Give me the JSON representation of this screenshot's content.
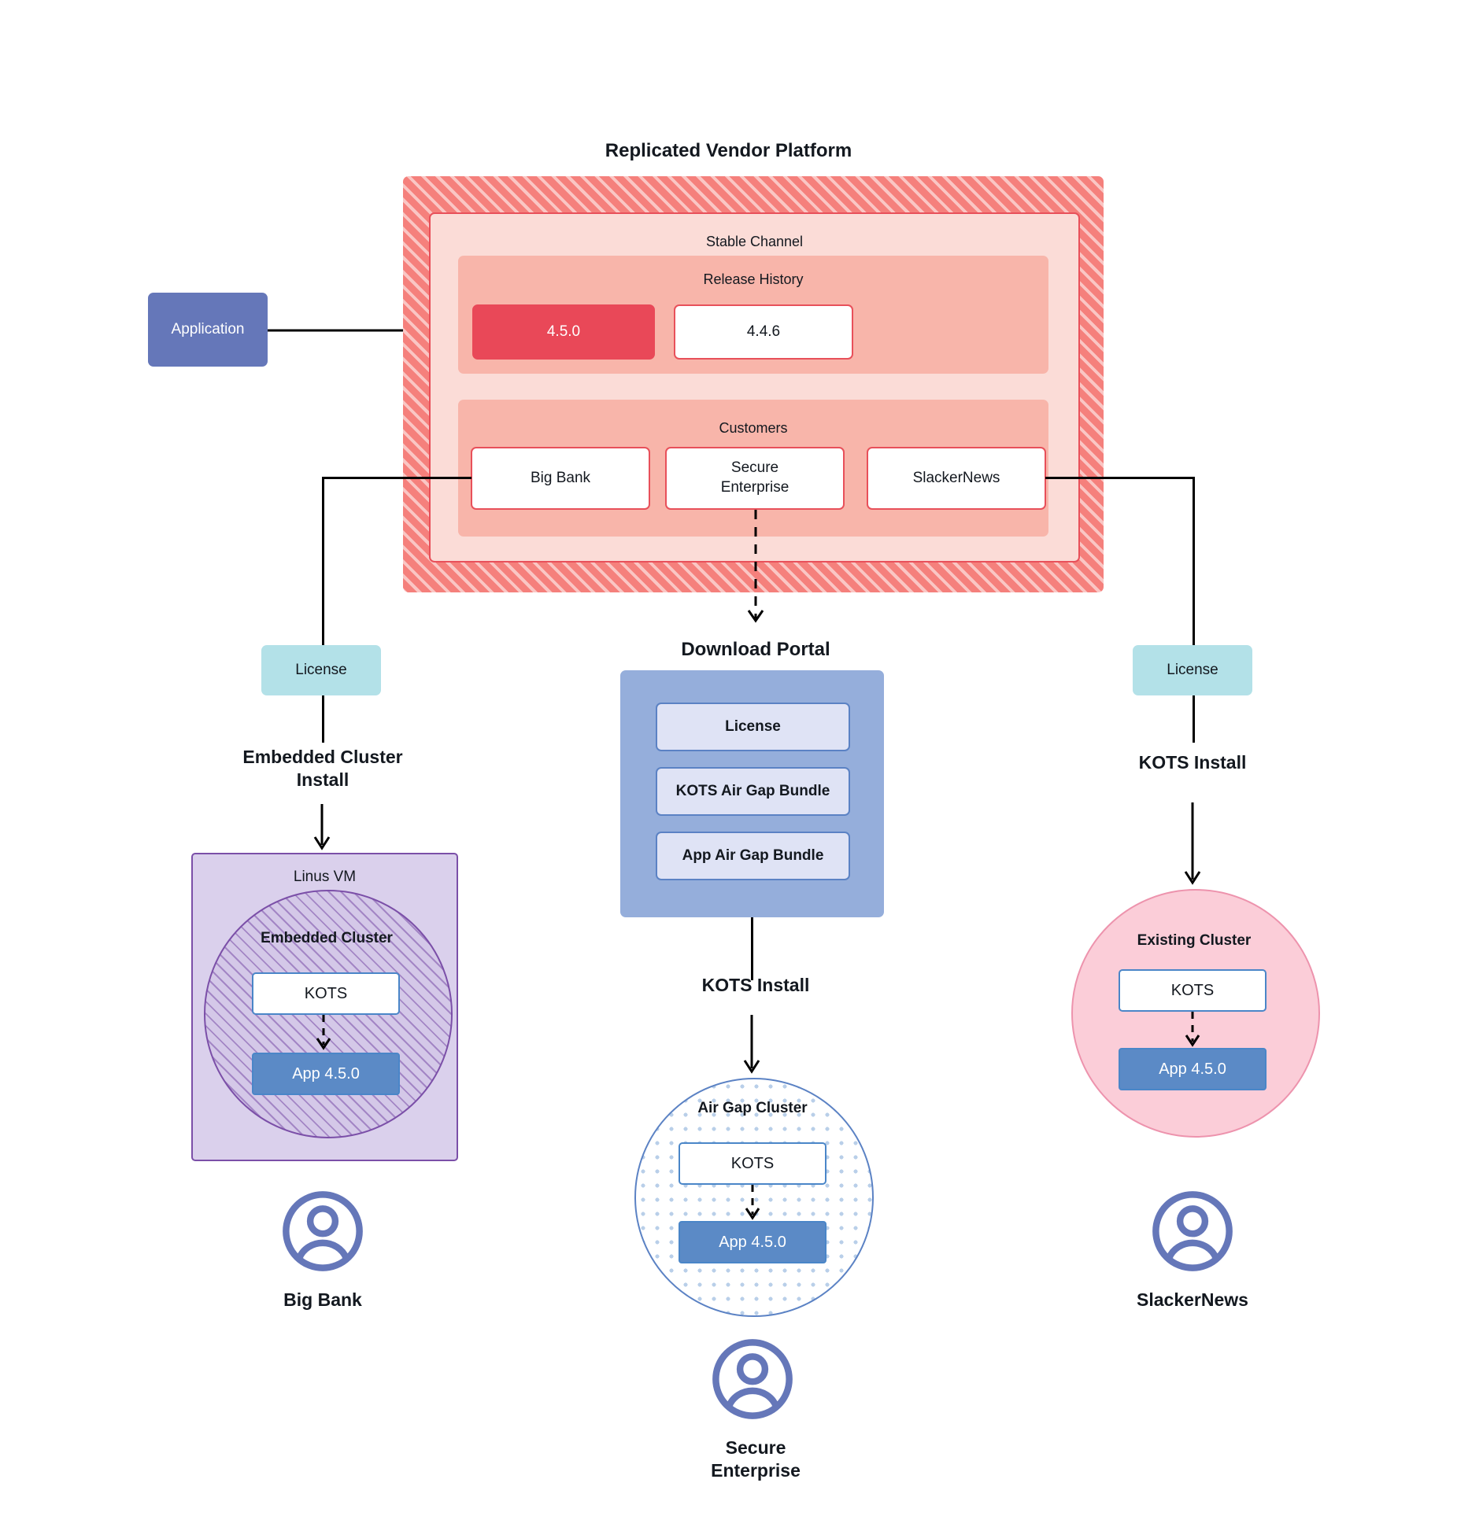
{
  "diagram": {
    "title": "Replicated Vendor Platform",
    "download_portal_title": "Download  Portal"
  },
  "application": {
    "label": "Application"
  },
  "vendor_platform": {
    "channel_label": "Stable Channel",
    "release_history": {
      "label": "Release History",
      "releases": [
        {
          "version": "4.5.0",
          "state": "current"
        },
        {
          "version": "4.4.6",
          "state": "previous"
        }
      ]
    },
    "customers": {
      "label": "Customers",
      "items": [
        {
          "name": "Big Bank"
        },
        {
          "name": "Secure\nEnterprise"
        },
        {
          "name": "SlackerNews"
        }
      ]
    }
  },
  "download_portal": {
    "items": [
      {
        "label": "License"
      },
      {
        "label": "KOTS Air Gap Bundle"
      },
      {
        "label": "App Air Gap Bundle"
      }
    ]
  },
  "branches": {
    "left": {
      "license_label": "License",
      "install_label": "Embedded Cluster\nInstall",
      "host_label": "Linus VM",
      "cluster_label": "Embedded Cluster",
      "kots_label": "KOTS",
      "app_label": "App 4.5.0",
      "persona_label": "Big Bank"
    },
    "center": {
      "install_label": "KOTS Install",
      "cluster_label": "Air Gap Cluster",
      "kots_label": "KOTS",
      "app_label": "App 4.5.0",
      "persona_label": "Secure\nEnterprise"
    },
    "right": {
      "license_label": "License",
      "install_label": "KOTS Install",
      "cluster_label": "Existing Cluster",
      "kots_label": "KOTS",
      "app_label": "App 4.5.0",
      "persona_label": "SlackerNews"
    }
  },
  "icons": {
    "persona": "user-avatar-icon"
  },
  "colors": {
    "platform_hatch": "#f5807c",
    "channel_fill": "#fbdcd7",
    "inner_fill": "#f8b5aa",
    "release_current": "#e94858",
    "application": "#6577b9",
    "license": "#b3e1e8",
    "portal": "#95aedb",
    "portal_item": "#dfe3f5",
    "linux_vm": "#dad0ec",
    "embedded_cluster_stroke": "#7b4fa8",
    "airgap_stroke": "#5b82c4",
    "existing_cluster": "#fbcdd8",
    "app_version": "#5b8ac6"
  }
}
